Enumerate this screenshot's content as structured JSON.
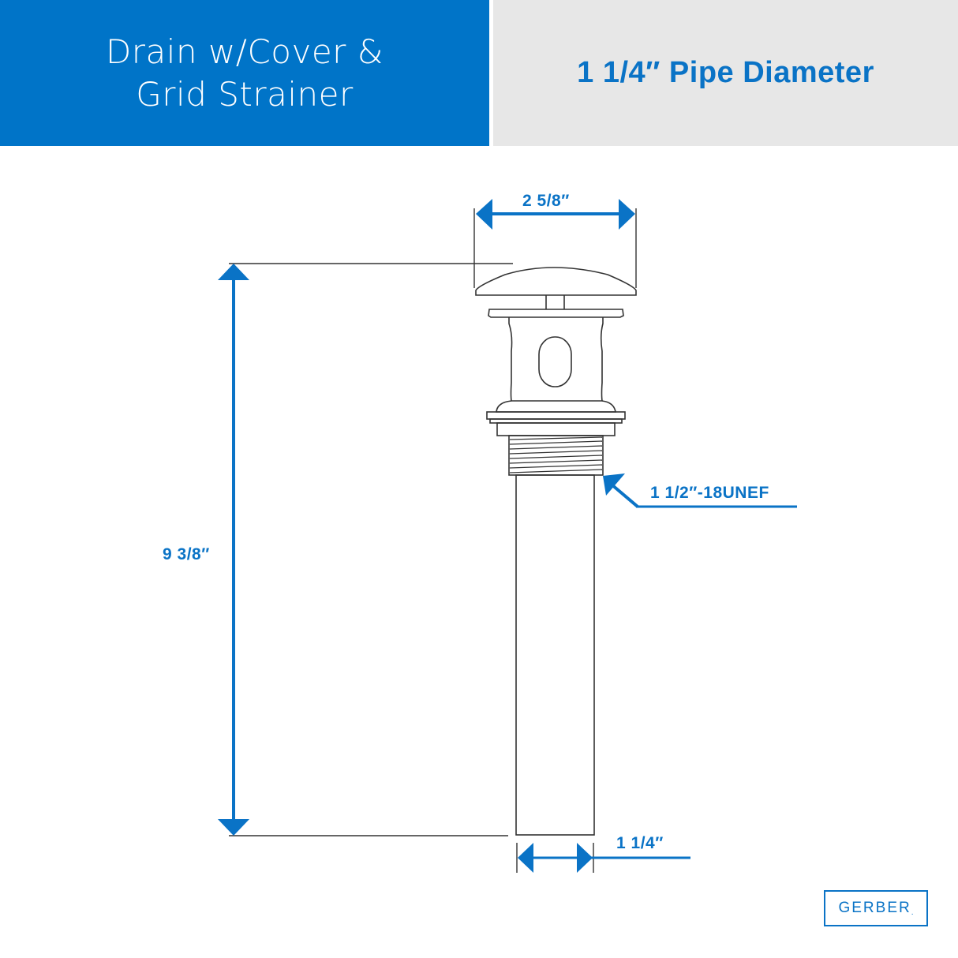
{
  "header": {
    "title_line1": "Drain w/Cover &",
    "title_line2": "Grid Strainer",
    "subtitle": "1 1/4″ Pipe Diameter"
  },
  "dimensions": {
    "cover_width": "2 5/8″",
    "overall_height": "9 3/8″",
    "thread_spec": "1 1/2″-18UNEF",
    "pipe_diameter": "1 1/4″"
  },
  "brand": {
    "logo_text": "GERBER",
    "logo_mark": "."
  },
  "colors": {
    "accent_blue": "#0074c8",
    "header_gray": "#e7e7e7",
    "line_dark": "#333333",
    "background": "#ffffff"
  }
}
